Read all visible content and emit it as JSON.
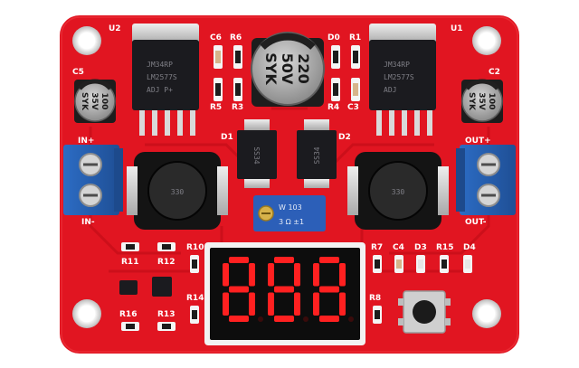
{
  "board": {
    "colors": {
      "pcb": "#e11521",
      "silk": "#ffffff",
      "terminal": "#2f6fbf",
      "led_on": "#ff2020",
      "led_off": "#3a0b0b"
    },
    "silkscreen": {
      "u2": "U2",
      "u1": "U1",
      "c5": "C5",
      "c2": "C2",
      "c6": "C6",
      "c4": "C4",
      "c3": "C3",
      "r6": "R6",
      "r5": "R5",
      "r3": "R3",
      "r1": "R1",
      "r4": "R4",
      "r7": "R7",
      "r8": "R8",
      "r10": "R10",
      "r11": "R11",
      "r12": "R12",
      "r13": "R13",
      "r14": "R14",
      "r15": "R15",
      "r16": "R16",
      "d0": "D0",
      "d1": "D1",
      "d2": "D2",
      "d3": "D3",
      "d4": "D4",
      "in_plus": "IN+",
      "in_minus": "IN-",
      "out_plus": "OUT+",
      "out_minus": "OUT-"
    },
    "regulator_left": {
      "line1": "JM34RP",
      "line2": "LM2577S",
      "line3": "ADJ P+"
    },
    "regulator_right": {
      "line1": "JM34RP",
      "line2": "LM2577S",
      "line3": "ADJ"
    },
    "cap_big": {
      "line1": "220",
      "line2": "50V",
      "line3": "SYK"
    },
    "cap_small_left": {
      "line1": "100",
      "line2": "35V",
      "line3": "SYK"
    },
    "cap_small_right": {
      "line1": "100",
      "line2": "35V",
      "line3": "SYK"
    },
    "diode_left": "SS34",
    "diode_right": "SS34",
    "inductor_left": "330",
    "inductor_right": "330",
    "trimmer": {
      "line1": "W 103",
      "line2": "3 Ω ±1"
    },
    "display": {
      "digits": [
        "8",
        "8",
        "8"
      ]
    }
  }
}
